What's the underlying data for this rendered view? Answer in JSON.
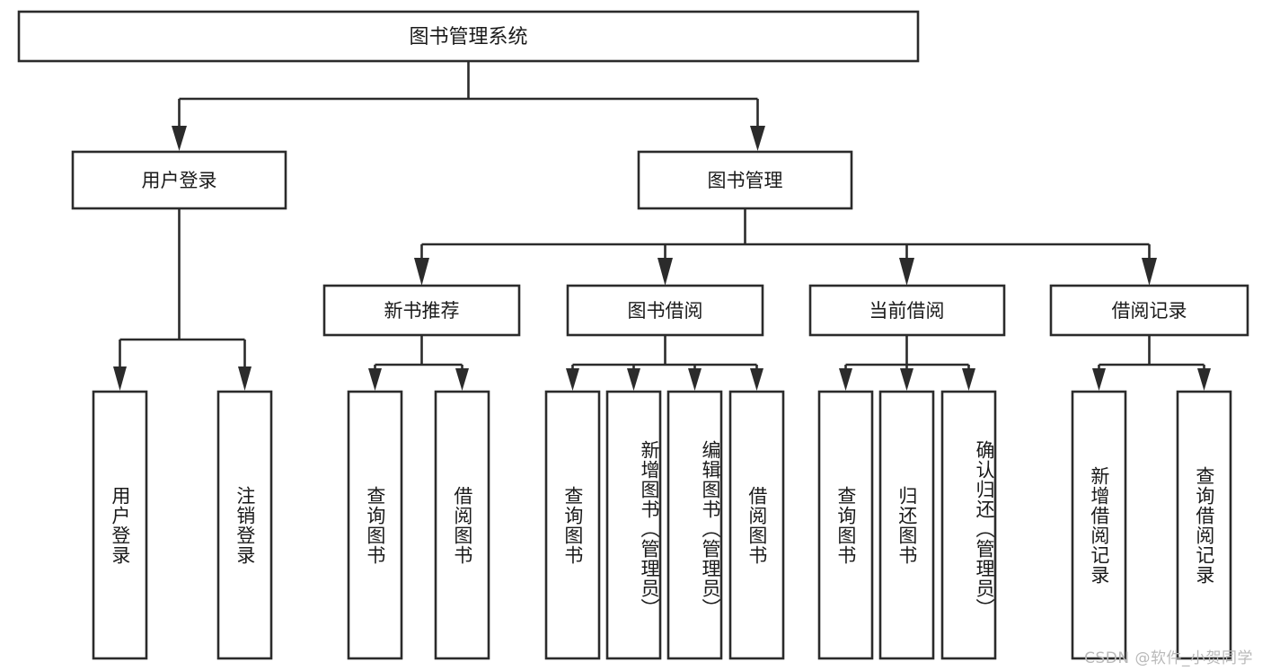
{
  "diagram": {
    "type": "tree-hierarchy-chart",
    "root": {
      "id": "root",
      "label": "图书管理系统"
    },
    "level2": [
      {
        "id": "user-login",
        "label": "用户登录"
      },
      {
        "id": "book-management",
        "label": "图书管理"
      }
    ],
    "level3": [
      {
        "id": "new-book-recommend",
        "label": "新书推荐",
        "parent": "book-management"
      },
      {
        "id": "book-borrow",
        "label": "图书借阅",
        "parent": "book-management"
      },
      {
        "id": "current-borrow",
        "label": "当前借阅",
        "parent": "book-management"
      },
      {
        "id": "borrow-record",
        "label": "借阅记录",
        "parent": "book-management"
      }
    ],
    "leaves": [
      {
        "id": "leaf-user-login",
        "label": "用户登录",
        "parent": "user-login"
      },
      {
        "id": "leaf-logout",
        "label": "注销登录",
        "parent": "user-login"
      },
      {
        "id": "leaf-query-book-1",
        "label": "查询图书",
        "parent": "new-book-recommend"
      },
      {
        "id": "leaf-borrow-book-1",
        "label": "借阅图书",
        "parent": "new-book-recommend"
      },
      {
        "id": "leaf-query-book-2",
        "label": "查询图书",
        "parent": "book-borrow"
      },
      {
        "id": "leaf-add-book",
        "label": "新增图书（管理员）",
        "parent": "book-borrow"
      },
      {
        "id": "leaf-edit-book",
        "label": "编辑图书（管理员）",
        "parent": "book-borrow"
      },
      {
        "id": "leaf-borrow-book-2",
        "label": "借阅图书",
        "parent": "book-borrow"
      },
      {
        "id": "leaf-query-book-3",
        "label": "查询图书",
        "parent": "current-borrow"
      },
      {
        "id": "leaf-return-book",
        "label": "归还图书",
        "parent": "current-borrow"
      },
      {
        "id": "leaf-confirm-return",
        "label": "确认归还（管理员）",
        "parent": "current-borrow"
      },
      {
        "id": "leaf-add-record",
        "label": "新增借阅记录",
        "parent": "borrow-record"
      },
      {
        "id": "leaf-query-record",
        "label": "查询借阅记录",
        "parent": "borrow-record"
      }
    ],
    "colors": {
      "stroke": "#2b2b2b",
      "fill": "#ffffff",
      "text": "#1a1a1a",
      "watermark": "#b9b9b9",
      "background": "#ffffff"
    }
  },
  "watermark": {
    "text": "CSDN @软件_小贺同学"
  }
}
